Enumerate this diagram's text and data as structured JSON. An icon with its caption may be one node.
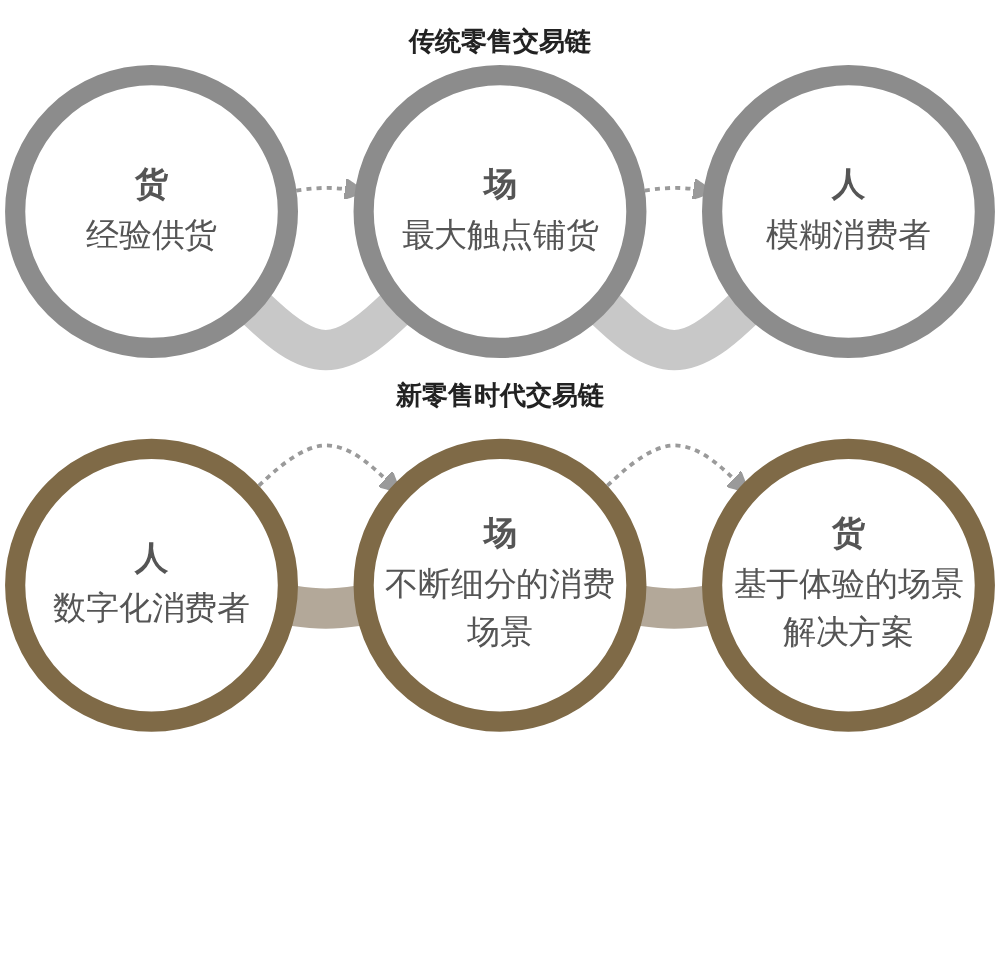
{
  "diagram": {
    "nodes": [
      {
        "text": [
          "货",
          "经验供货"
        ]
      },
      {
        "text": [
          "场",
          "最大触点铺货"
        ]
      },
      {
        "text": [
          "人",
          "模糊消费者"
        ]
      },
      {
        "text": [
          "人",
          "数字化消费者"
        ]
      },
      {
        "text": [
          "场",
          "不断细分的消费场景"
        ]
      },
      {
        "text": [
          "货",
          "基于体验的场景解决方案"
        ]
      }
    ],
    "edges": [
      {
        "from": 0,
        "to": 1,
        "arrow": "to",
        "style": "dashed"
      },
      {
        "from": 0,
        "to": 1,
        "arrow": "none",
        "style": "thick",
        "color": "#c8c8c8"
      },
      {
        "from": 1,
        "to": 2,
        "arrow": "to",
        "style": "dashed"
      },
      {
        "from": 1,
        "to": 2,
        "arrow": "none",
        "style": "thick",
        "color": "#c8c8c8"
      },
      {
        "from": 3,
        "to": 4,
        "arrow": "to",
        "style": "dashed"
      },
      {
        "from": 3,
        "to": 4,
        "arrow": "none",
        "style": "thick",
        "color": "#b3a899"
      },
      {
        "from": 4,
        "to": 5,
        "arrow": "to",
        "style": "dashed"
      },
      {
        "from": 4,
        "to": 5,
        "arrow": "none",
        "style": "thick",
        "color": "#b3a899"
      }
    ],
    "labels": [
      "传统零售交易链",
      "新零售时代交易链"
    ]
  }
}
